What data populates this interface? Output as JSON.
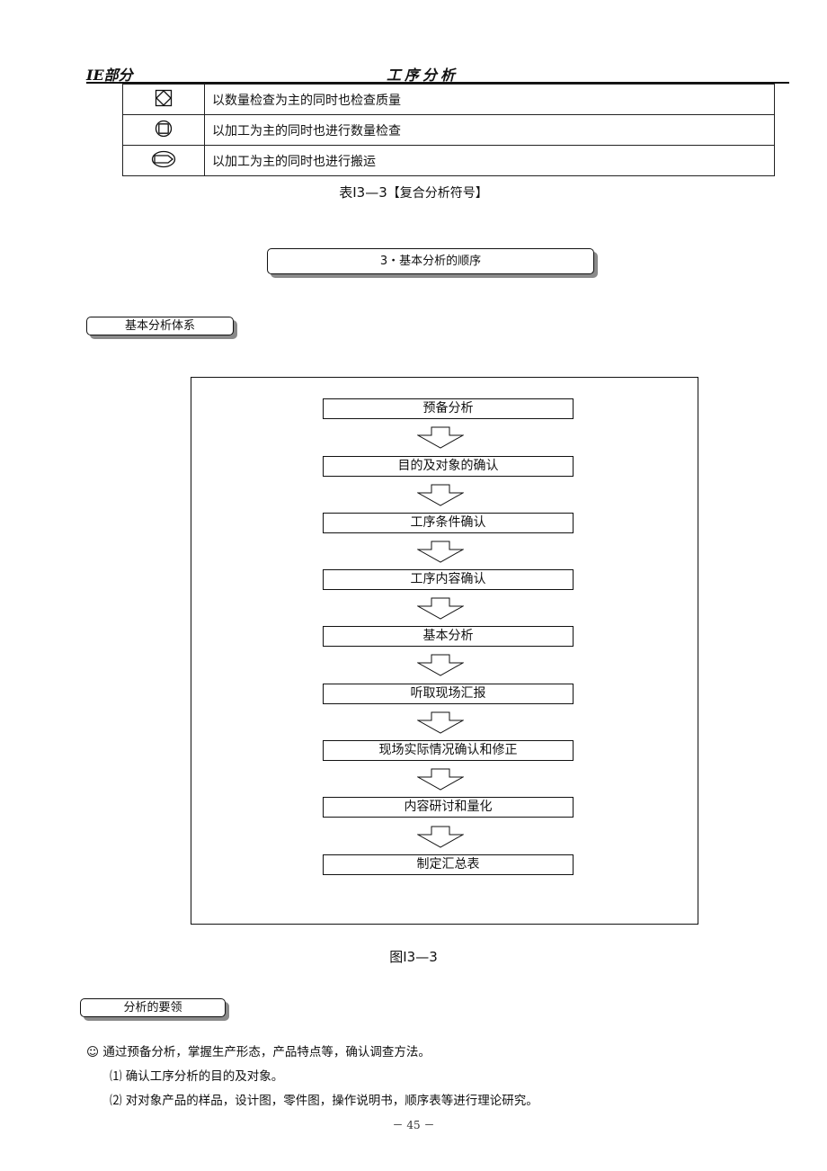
{
  "header": {
    "left": "IE部分",
    "center": "工序分析"
  },
  "symbol_table": {
    "rows": [
      {
        "icon": "diamond-in-square-icon",
        "text": "以数量检查为主的同时也检查质量"
      },
      {
        "icon": "square-in-circle-icon",
        "text": "以加工为主的同时也进行数量检查"
      },
      {
        "icon": "arrow-in-circle-icon",
        "text": "以加工为主的同时也进行搬运"
      }
    ],
    "caption_label": "表I3—3",
    "caption_name": "【复合分析符号】"
  },
  "section_title": "3・基本分析的顺序",
  "tag_system": "基本分析体系",
  "flow": {
    "steps": [
      "预备分析",
      "目的及对象的确认",
      "工序条件确认",
      "工序内容确认",
      "基本分析",
      "听取现场汇报",
      "现场实际情况确认和修正",
      "内容研讨和量化",
      "制定汇总表"
    ],
    "caption": "图I3—3"
  },
  "tag_points": "分析的要领",
  "body": {
    "line1": "☺ 通过预备分析，掌握生产形态，产品特点等，确认调查方法。",
    "line2": "⑴ 确认工序分析的目的及对象。",
    "line3": "⑵ 对对象产品的样品，设计图，零件图，操作说明书，顺序表等进行理论研究。"
  },
  "page_number": "－ 45 －"
}
